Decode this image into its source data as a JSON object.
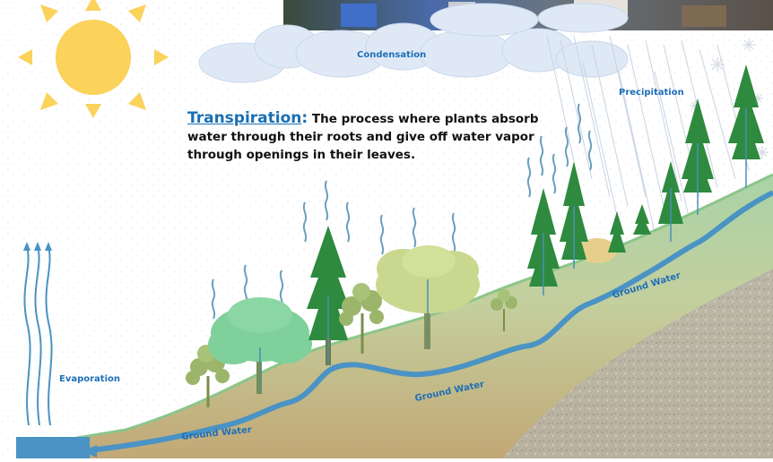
{
  "labels": {
    "condensation": "Condensation",
    "precipitation": "Precipitation",
    "evaporation": "Evaporation",
    "ground_water": "Ground Water"
  },
  "transpiration": {
    "term": "Transpiration",
    "colon": ":",
    "definition": "The process where plants absorb water through their roots and give off water vapor through openings in their leaves."
  },
  "colors": {
    "sun": "#fbd25a",
    "sky_label": "#1f6fb8",
    "water": "#4a93c4",
    "grass": "#9fd0a0",
    "tree": "#2e8a3e"
  }
}
